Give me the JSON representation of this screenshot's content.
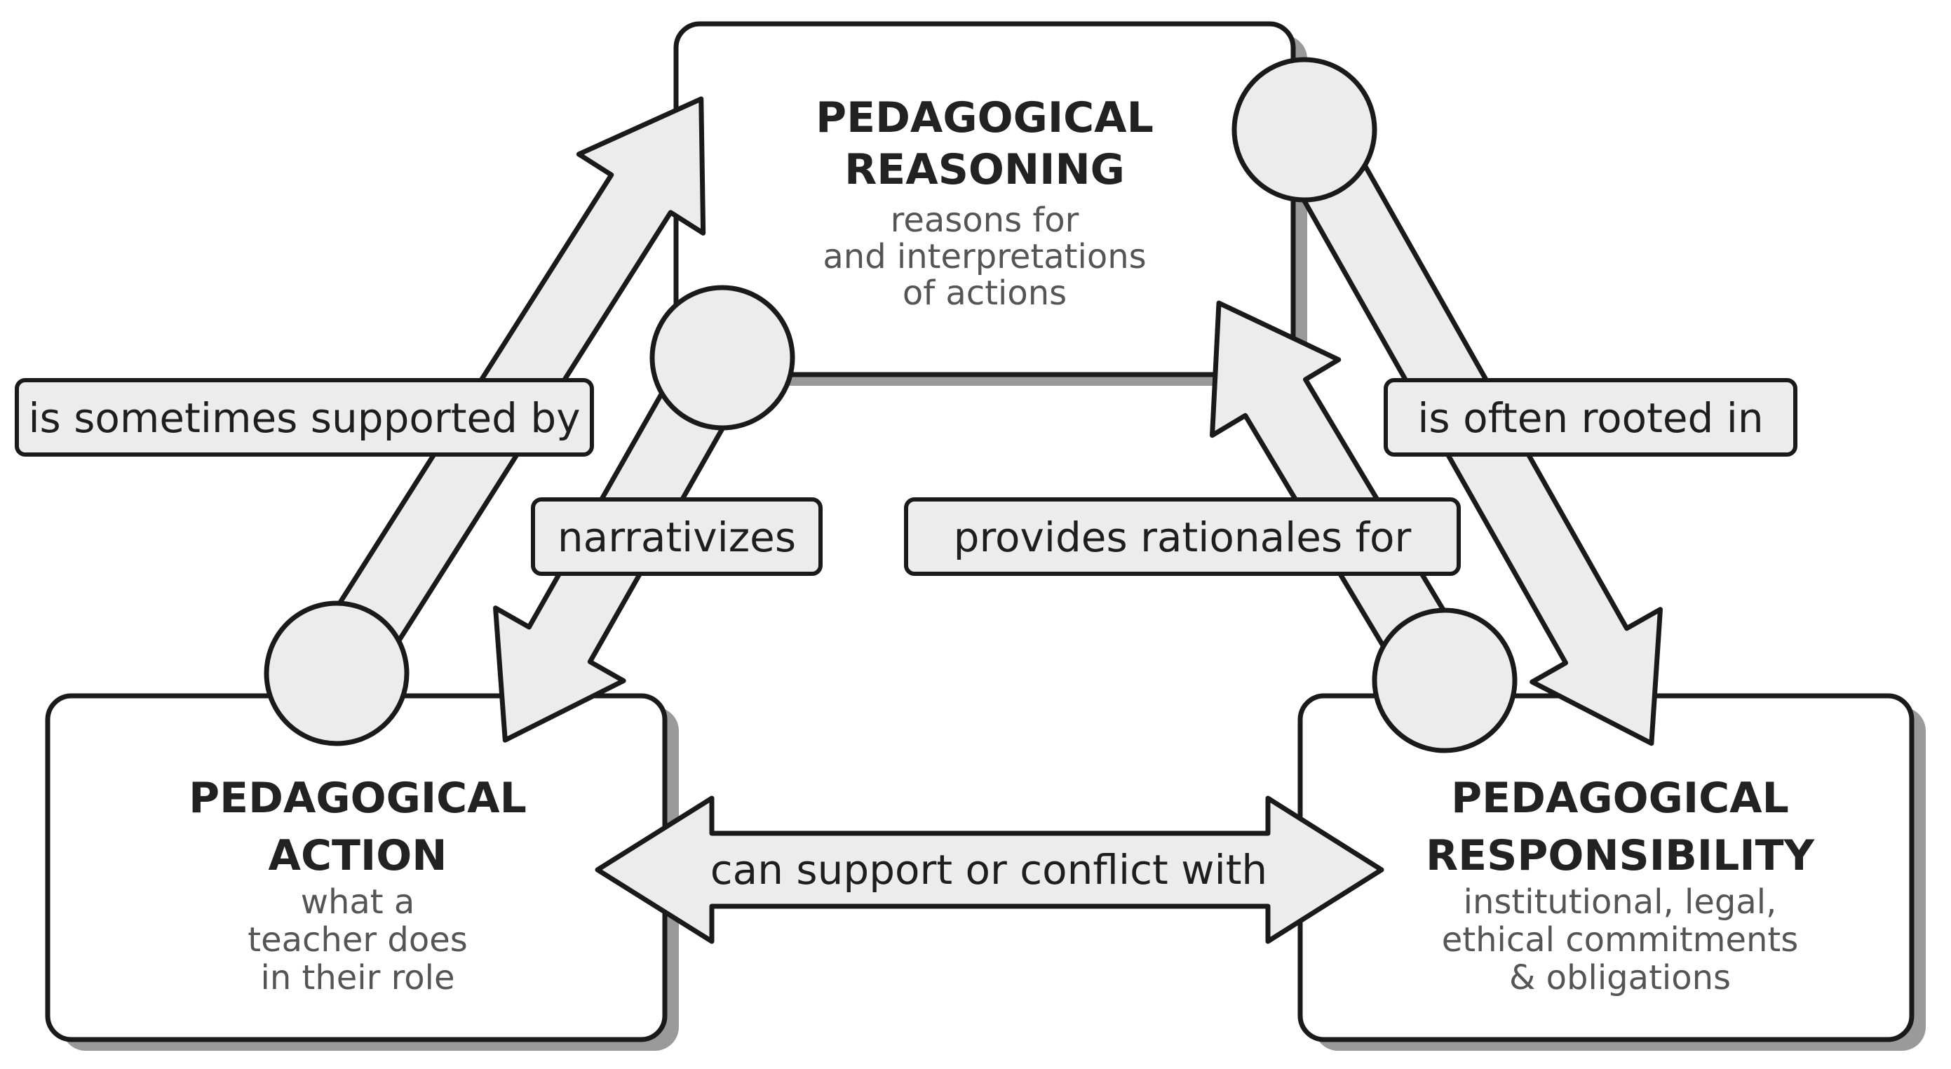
{
  "nodes": {
    "reasoning": {
      "title_line1": "PEDAGOGICAL",
      "title_line2": "REASONING",
      "desc_line1": "reasons for",
      "desc_line2": "and interpretations",
      "desc_line3": "of actions"
    },
    "action": {
      "title_line1": "PEDAGOGICAL",
      "title_line2": "ACTION",
      "desc_line1": "what a",
      "desc_line2": "teacher does",
      "desc_line3": "in their role"
    },
    "responsibility": {
      "title_line1": "PEDAGOGICAL",
      "title_line2": "RESPONSIBILITY",
      "desc_line1": "institutional, legal,",
      "desc_line2": "ethical commitments",
      "desc_line3": "& obligations"
    }
  },
  "edges": {
    "action_to_reasoning": "is sometimes supported by",
    "reasoning_to_action": "narrativizes",
    "responsibility_to_reasoning": "provides rationales for",
    "reasoning_to_responsibility": "is often rooted in",
    "action_responsibility": "can support or conflict with"
  },
  "colors": {
    "arrow_fill": "#ececec",
    "stroke": "#1a1a1a",
    "title_text": "#222222",
    "desc_text": "#555555"
  }
}
